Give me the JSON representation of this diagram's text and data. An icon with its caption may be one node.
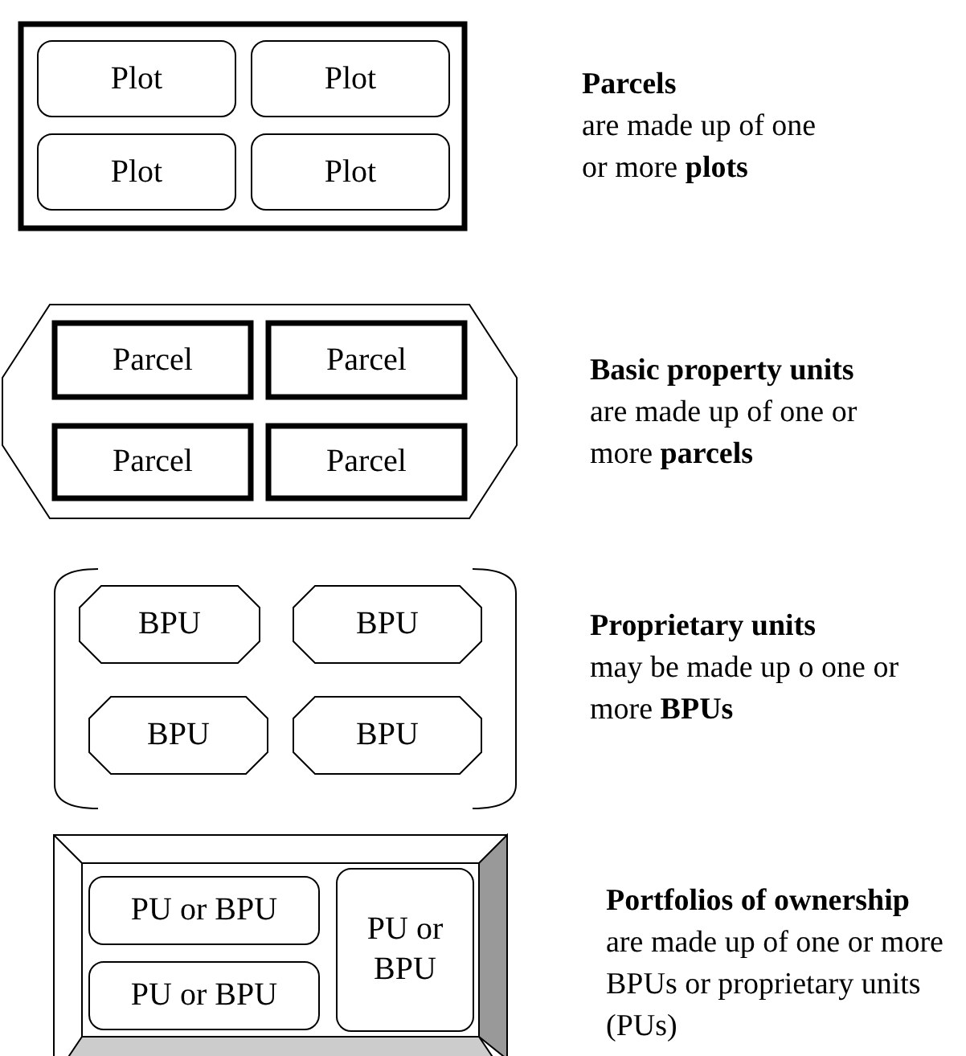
{
  "diagram": {
    "nodes": [
      {
        "text": [],
        "shape": "box",
        "beside": [
          "Parcels",
          "are made up of one or more **plots**"
        ]
      },
      {
        "text": [
          "Plot"
        ],
        "in": 0
      },
      {
        "text": [
          "Plot"
        ],
        "in": 0
      },
      {
        "text": [
          "Plot"
        ],
        "in": 0
      },
      {
        "text": [
          "Plot"
        ],
        "in": 0
      },
      {
        "text": [],
        "shape": "octagon",
        "beside": [
          "Basic property units",
          "are made up of one or more **parcels**"
        ]
      },
      {
        "text": [
          "Parcel"
        ],
        "in": 5
      },
      {
        "text": [
          "Parcel"
        ],
        "in": 5
      },
      {
        "text": [
          "Parcel"
        ],
        "in": 5
      },
      {
        "text": [
          "Parcel"
        ],
        "in": 5
      },
      {
        "text": [],
        "shape": "bracket",
        "beside": [
          "Proprietary units",
          "may be made up o one or more **BPUs**"
        ]
      },
      {
        "text": [
          "BPU"
        ],
        "in": 10
      },
      {
        "text": [
          "BPU"
        ],
        "in": 10
      },
      {
        "text": [
          "BPU"
        ],
        "in": 10
      },
      {
        "text": [
          "BPU"
        ],
        "in": 10
      },
      {
        "text": [],
        "shape": "frame",
        "beside": [
          "Portfolios of ownership",
          "are made up of one or more BPUs or proprietary units (PUs)"
        ]
      },
      {
        "text": [
          "PU or BPU"
        ],
        "in": 15
      },
      {
        "text": [
          "PU or BPU"
        ],
        "in": 15
      },
      {
        "text": [
          "PU or BPU"
        ],
        "in": 15
      }
    ],
    "edges": []
  }
}
